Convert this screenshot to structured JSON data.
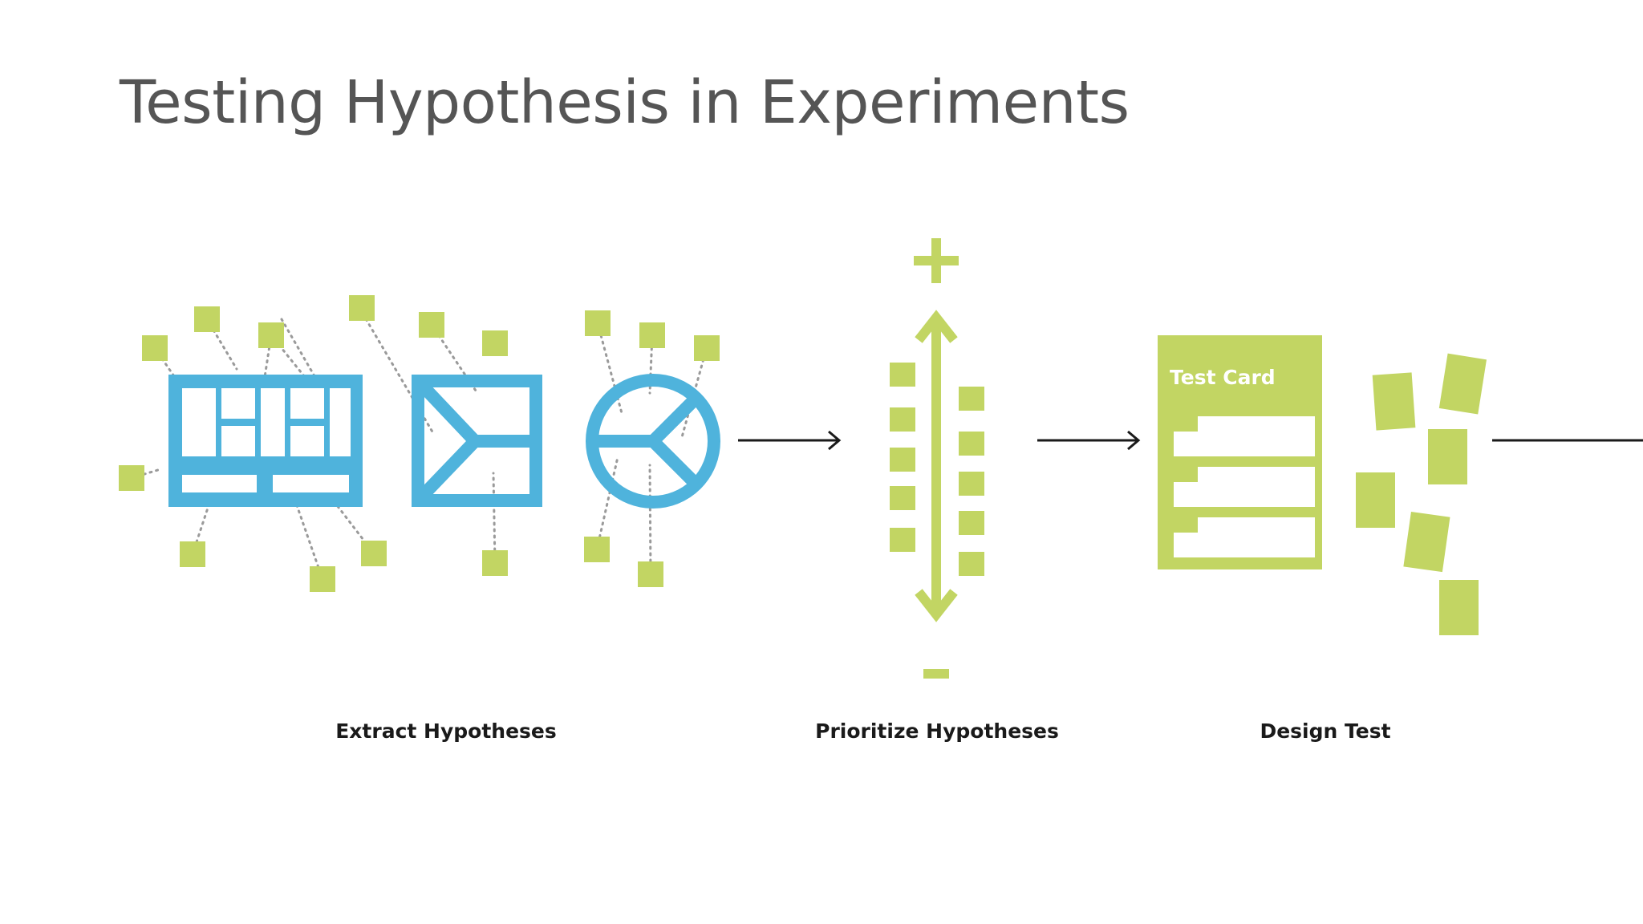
{
  "title": "Testing Hypothesis in Experiments",
  "steps": [
    {
      "label": "Extract Hypotheses"
    },
    {
      "label": "Prioritize Hypotheses"
    },
    {
      "label": "Design Test"
    }
  ],
  "test_card": {
    "title": "Test Card"
  },
  "axis": {
    "top_symbol": "+",
    "bottom_symbol": "−"
  },
  "colors": {
    "blue": "#4fb3dc",
    "green": "#c2d563",
    "title": "#555555",
    "text": "#1a1a1a"
  }
}
